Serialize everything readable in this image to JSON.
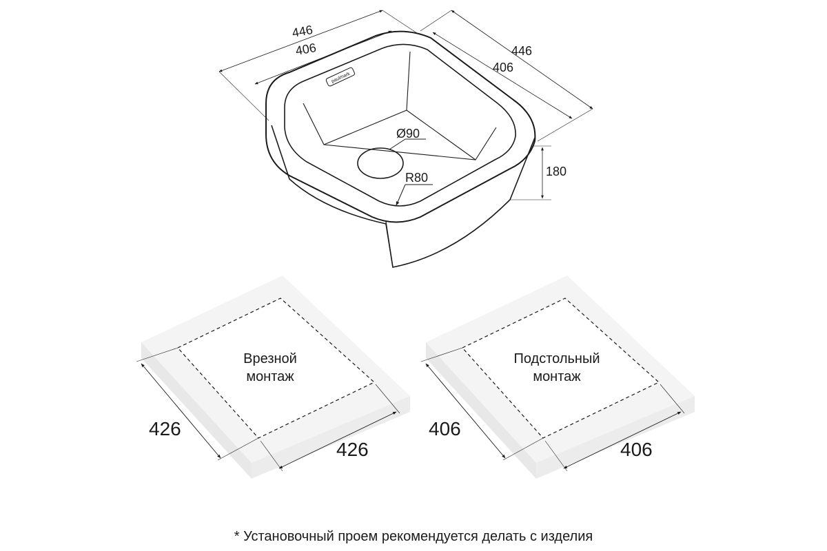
{
  "sink": {
    "brand": "paulmark",
    "dim_outer_left": "446",
    "dim_inner_left": "406",
    "dim_outer_right": "446",
    "dim_inner_right": "406",
    "dim_drain": "Ø90",
    "dim_radius": "R80",
    "dim_depth": "180"
  },
  "cutout_inset": {
    "label_line1": "Врезной",
    "label_line2": "монтаж",
    "dim_left": "426",
    "dim_bottom": "426"
  },
  "cutout_under": {
    "label_line1": "Подстольный",
    "label_line2": "монтаж",
    "dim_left": "406",
    "dim_bottom": "406"
  },
  "footer": {
    "note": "* Установочный проем рекомендуется делать с изделия"
  }
}
